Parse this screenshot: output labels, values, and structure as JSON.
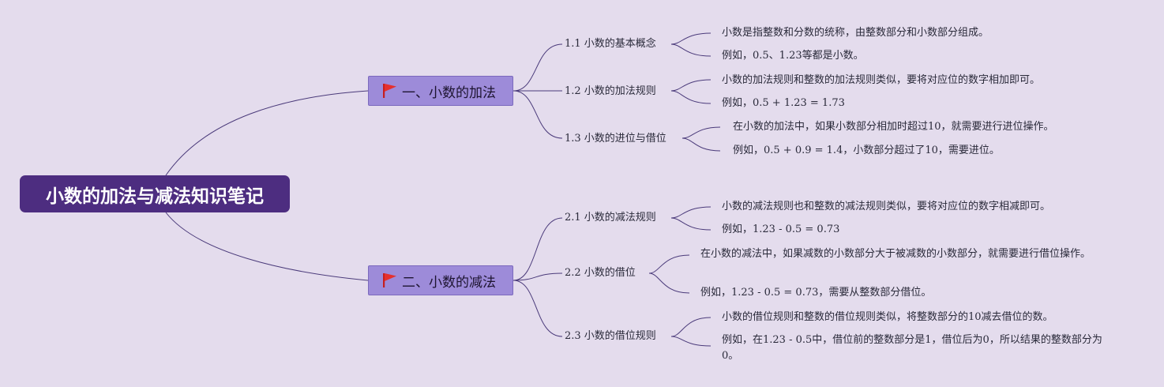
{
  "root": {
    "label": "小数的加法与减法知识笔记"
  },
  "branches": [
    {
      "label": "一、小数的加法",
      "icon": "red-flag-icon",
      "flag_color": "#e5302e",
      "subs": [
        {
          "label": "1.1 小数的基本概念",
          "leaves": [
            "小数是指整数和分数的统称，由整数部分和小数部分组成。",
            "例如，0.5、1.23等都是小数。"
          ]
        },
        {
          "label": "1.2 小数的加法规则",
          "leaves": [
            "小数的加法规则和整数的加法规则类似，要将对应位的数字相加即可。",
            "例如，0.5 + 1.23 = 1.73"
          ]
        },
        {
          "label": "1.3 小数的进位与借位",
          "leaves": [
            "在小数的加法中，如果小数部分相加时超过10，就需要进行进位操作。",
            "例如，0.5 + 0.9 = 1.4，小数部分超过了10，需要进位。"
          ]
        }
      ]
    },
    {
      "label": "二、小数的减法",
      "icon": "red-flag-icon",
      "flag_color": "#e5302e",
      "subs": [
        {
          "label": "2.1 小数的减法规则",
          "leaves": [
            "小数的减法规则也和整数的减法规则类似，要将对应位的数字相减即可。",
            "例如，1.23 - 0.5 = 0.73"
          ]
        },
        {
          "label": "2.2 小数的借位",
          "leaves": [
            "在小数的减法中，如果减数的小数部分大于被减数的小数部分，就需要进行借位操作。",
            "例如，1.23 - 0.5 = 0.73，需要从整数部分借位。"
          ]
        },
        {
          "label": "2.3 小数的借位规则",
          "leaves": [
            "小数的借位规则和整数的借位规则类似，将整数部分的10减去借位的数。",
            "例如，在1.23 - 0.5中，借位前的整数部分是1，借位后为0，所以结果的整数部分为0。"
          ]
        }
      ]
    }
  ],
  "colors": {
    "background": "#e4dced",
    "root": "#4d2d80",
    "branch": "#9d8bd9",
    "line": "#4a3a7a"
  }
}
